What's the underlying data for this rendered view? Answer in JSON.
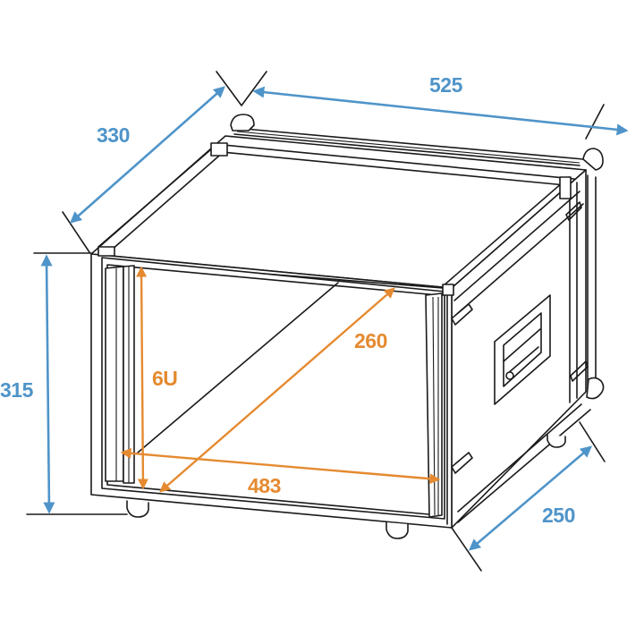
{
  "diagram": {
    "subject": "6U 19-inch rack flight case",
    "colors": {
      "outer_dimension": "#4f94c9",
      "inner_dimension": "#e58a30",
      "outline": "#1a1a1a",
      "background": "#ffffff"
    },
    "outer_dimensions": {
      "width": {
        "label": "525",
        "position": "top-right edge"
      },
      "depth_top": {
        "label": "330",
        "position": "top-left edge"
      },
      "height": {
        "label": "315",
        "position": "left vertical"
      },
      "depth_bottom": {
        "label": "250",
        "position": "bottom-right edge"
      }
    },
    "inner_dimensions": {
      "rack_units": {
        "label": "6U",
        "position": "front left vertical"
      },
      "rack_width": {
        "label": "483",
        "position": "front horizontal"
      },
      "mounting_depth": {
        "label": "260",
        "position": "front diagonal"
      }
    },
    "features": [
      "ball-corner-icon",
      "butterfly-latch-icon",
      "recessed-handle-icon",
      "rack-rail-icon",
      "foot-icon"
    ]
  }
}
